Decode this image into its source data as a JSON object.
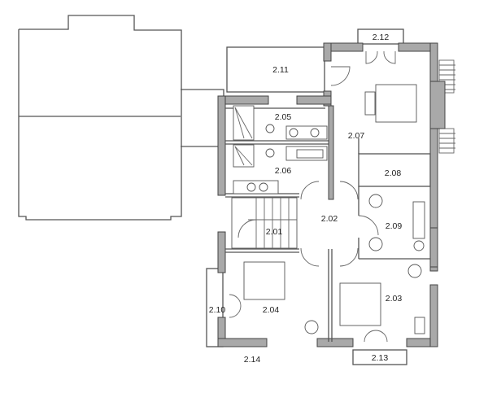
{
  "diagram": {
    "type": "architectural-floor-plan",
    "level": "upper floor",
    "colors": {
      "wall_fill": "#a9a9a9",
      "line": "#555555",
      "background": "#ffffff"
    },
    "rooms": [
      {
        "id": "2.01",
        "label": "2.01",
        "kind": "staircase"
      },
      {
        "id": "2.02",
        "label": "2.02",
        "kind": "hall"
      },
      {
        "id": "2.03",
        "label": "2.03",
        "kind": "bedroom"
      },
      {
        "id": "2.04",
        "label": "2.04",
        "kind": "bedroom"
      },
      {
        "id": "2.05",
        "label": "2.05",
        "kind": "bathroom"
      },
      {
        "id": "2.06",
        "label": "2.06",
        "kind": "bathroom"
      },
      {
        "id": "2.07",
        "label": "2.07",
        "kind": "master-bedroom"
      },
      {
        "id": "2.08",
        "label": "2.08",
        "kind": "closet"
      },
      {
        "id": "2.09",
        "label": "2.09",
        "kind": "study"
      },
      {
        "id": "2.10",
        "label": "2.10",
        "kind": "balcony"
      },
      {
        "id": "2.11",
        "label": "2.11",
        "kind": "balcony"
      },
      {
        "id": "2.12",
        "label": "2.12",
        "kind": "terrace"
      },
      {
        "id": "2.13",
        "label": "2.13",
        "kind": "balcony"
      },
      {
        "id": "2.14",
        "label": "2.14",
        "kind": "exterior-label"
      }
    ]
  }
}
